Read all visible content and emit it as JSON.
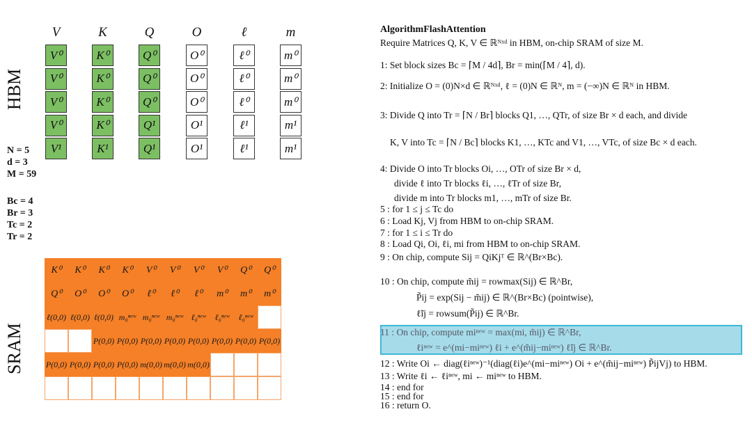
{
  "columns": [
    "V",
    "K",
    "Q",
    "O",
    "ℓ",
    "m"
  ],
  "hbm": {
    "label": "HBM",
    "rows": [
      [
        "V⁰",
        "K⁰",
        "Q⁰",
        "O⁰",
        "ℓ⁰",
        "m⁰"
      ],
      [
        "V⁰",
        "K⁰",
        "Q⁰",
        "O⁰",
        "ℓ⁰",
        "m⁰"
      ],
      [
        "V⁰",
        "K⁰",
        "Q⁰",
        "O⁰",
        "ℓ⁰",
        "m⁰"
      ],
      [
        "V⁰",
        "K⁰",
        "Q¹",
        "O¹",
        "ℓ¹",
        "m¹"
      ],
      [
        "V¹",
        "K¹",
        "Q¹",
        "O¹",
        "ℓ¹",
        "m¹"
      ]
    ]
  },
  "params": {
    "N": "N = 5",
    "d": "d = 3",
    "M": "M = 59",
    "Bc": "Bc = 4",
    "Br": "Br = 3",
    "Tc": "Tc = 2",
    "Tr": "Tr = 2"
  },
  "sram": {
    "label": "SRAM",
    "rows": [
      [
        "K⁰",
        "K⁰",
        "K⁰",
        "K⁰",
        "V⁰",
        "V⁰",
        "V⁰",
        "V⁰",
        "Q⁰",
        "Q⁰"
      ],
      [
        "Q⁰",
        "O⁰",
        "O⁰",
        "O⁰",
        "ℓ⁰",
        "ℓ⁰",
        "ℓ⁰",
        "m⁰",
        "m⁰",
        "m⁰"
      ],
      [
        "ℓ(0,0)",
        "ℓ(0,0)",
        "ℓ(0,0)",
        "m₀ⁿᵉʷ",
        "m₀ⁿᵉʷ",
        "m₀ⁿᵉʷ",
        "ℓ₀ⁿᵉʷ",
        "ℓ₀ⁿᵉʷ",
        "ℓ₀ⁿᵉʷ",
        ""
      ],
      [
        "",
        "",
        "P(0,0)",
        "P(0,0)",
        "P(0,0)",
        "P(0,0)",
        "P(0,0)",
        "P(0,0)",
        "P(0,0)",
        "P(0,0)"
      ],
      [
        "P(0,0)",
        "P(0,0)",
        "P(0,0)",
        "P(0,0)",
        "m(0,0)",
        "m(0,0)",
        "m(0,0)",
        "",
        "",
        ""
      ],
      [
        "",
        "",
        "",
        "",
        "",
        "",
        "",
        "",
        "",
        ""
      ]
    ]
  },
  "algorithm": {
    "title": "AlgorithmFlashAttention",
    "require": "Require Matrices Q, K, V ∈ ℝᴺˣᵈ in HBM, on-chip SRAM of size M.",
    "lines": [
      "1: Set block sizes Bc = ⌈M / 4d⌉, Br = min(⌈M / 4⌉, d).",
      "2: Initialize O = (0)N×d ∈ ℝᴺˣᵈ, ℓ = (0)N ∈ ℝᴺ, m = (−∞)N ∈ ℝᴺ in HBM.",
      "3: Divide Q into Tr = ⌈N / Br⌉ blocks Q1, …, QTr, of size Br × d each, and divide",
      "K, V into Tc = ⌈N / Bc⌉ blocks K1, …, KTc and V1, …, VTc, of size Bc × d each.",
      "4: Divide O into Tr blocks Oi, …, OTr of size Br × d,",
      "divide ℓ into Tr blocks ℓi, …, ℓTr of size Br,",
      "divide m into Tr blocks m1, …, mTr of size Br.",
      "5 : for 1 ≤ j ≤ Tc do",
      "6 :    Load Kj, Vj from HBM to on-chip SRAM.",
      "7 :    for 1 ≤ i ≤ Tr do",
      "8 :       Load Qi, Oi, ℓi, mi from HBM to on-chip SRAM.",
      "9 :       On chip, compute Sij = QiKjᵀ ∈ ℝ^(Br×Bc).",
      "10 :      On chip, compute m̃ij = rowmax(Sij) ∈ ℝ^Br,",
      "P̃ij = exp(Sij − m̃ij) ∈ ℝ^(Br×Bc) (pointwise),",
      "ℓ̃ij = rowsum(P̃ij) ∈ ℝ^Br.",
      "11 :      On chip, compute miⁿᵉʷ = max(mi, m̃ij) ∈ ℝ^Br,",
      "ℓiⁿᵉʷ = e^(mi−miⁿᵉʷ) ℓi + e^(m̃ij−miⁿᵉʷ) ℓ̃ij ∈ ℝ^Br.",
      "12 :      Write Oi ← diag(ℓiⁿᵉʷ)⁻¹(diag(ℓi)e^(mi−miⁿᵉʷ) Oi + e^(m̃ij−miⁿᵉʷ) P̃ijVj) to HBM.",
      "13 :      Write ℓi ← ℓiⁿᵉʷ, mi ← miⁿᵉʷ to HBM.",
      "14 :    end for",
      "15 : end for",
      "16 : return O."
    ]
  },
  "colors": {
    "green": "#7cbf63",
    "orange": "#f58027",
    "highlight": "#a6dce9",
    "highlight_border": "#3fb8d8"
  }
}
